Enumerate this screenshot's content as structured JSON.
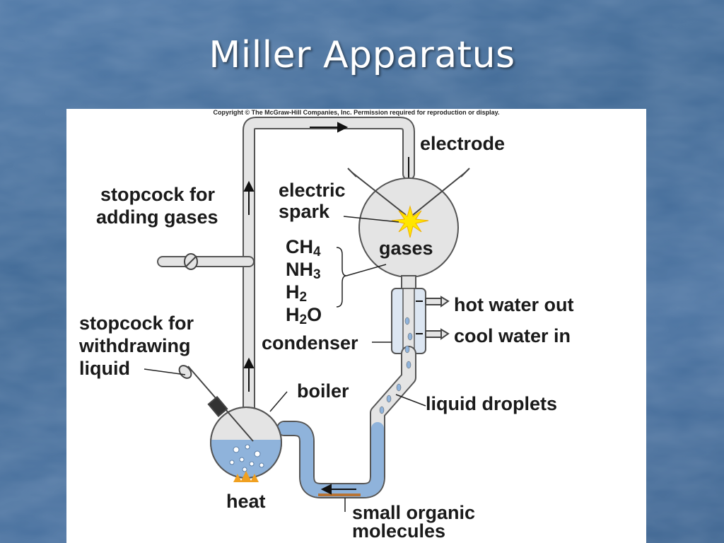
{
  "slide": {
    "title": "Miller Apparatus"
  },
  "diagram": {
    "copyright": "Copyright © The McGraw-Hill Companies, Inc. Permission required for reproduction or display.",
    "labels": {
      "electrode": "electrode",
      "electric_spark_line1": "electric",
      "electric_spark_line2": "spark",
      "stopcock_gases_line1": "stopcock for",
      "stopcock_gases_line2": "adding gases",
      "gases": "gases",
      "ch4": {
        "base": "CH",
        "sub": "4"
      },
      "nh3": {
        "base": "NH",
        "sub": "3"
      },
      "h2": {
        "base": "H",
        "sub": "2"
      },
      "h2o": {
        "base": "H",
        "sub": "2",
        "tail": "O"
      },
      "hot_water_out": "hot water out",
      "cool_water_in": "cool water in",
      "condenser": "condenser",
      "stopcock_liquid_line1": "stopcock for",
      "stopcock_liquid_line2": "withdrawing",
      "stopcock_liquid_line3": "liquid",
      "boiler": "boiler",
      "liquid_droplets": "liquid droplets",
      "heat": "heat",
      "small_organic_line1": "small organic",
      "small_organic_line2": "molecules"
    },
    "colors": {
      "tube_fill": "#e4e4e4",
      "tube_stroke": "#555555",
      "water": "#8fb3db",
      "flame": "#f0a020",
      "spark": "#ffe600",
      "organics": "#b87333"
    }
  }
}
